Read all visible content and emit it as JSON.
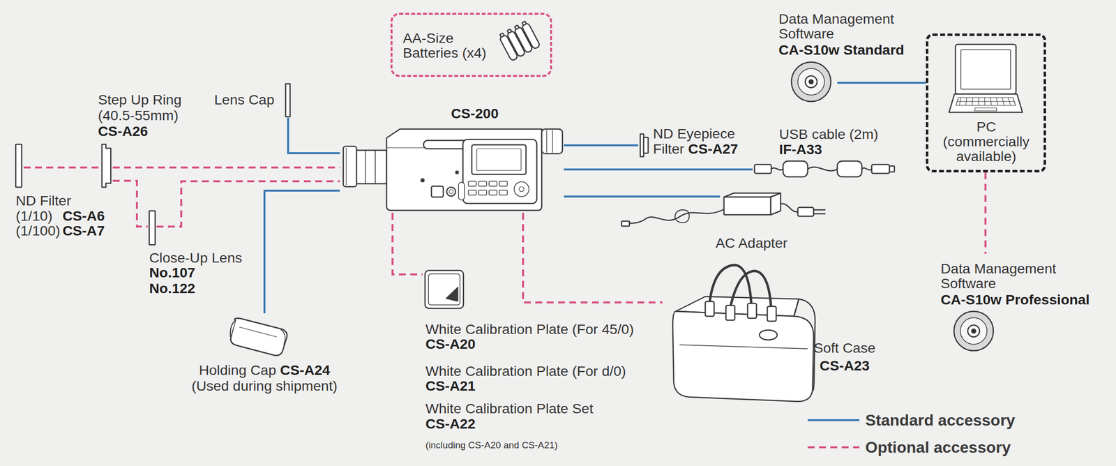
{
  "diagram": {
    "nodes": [
      {
        "text": [
          "AA-Size Batteries (x4)"
        ]
      },
      {
        "text": [
          "Data Management Software",
          "CA-S10w Standard"
        ]
      },
      {
        "text": [
          "PC (commercially available)"
        ]
      },
      {
        "text": [
          "Step Up Ring",
          "(40.5-55mm)",
          "CS-A26"
        ]
      },
      {
        "text": [
          "Lens Cap"
        ]
      },
      {
        "text": [
          "CS-200"
        ]
      },
      {
        "text": [
          "ND Eyepiece Filter",
          "CS-A27"
        ]
      },
      {
        "text": [
          "USB cable (2m)",
          "IF-A33"
        ]
      },
      {
        "text": [
          "AC Adapter"
        ]
      },
      {
        "text": [
          "ND Filter",
          "(1/10)",
          "CS-A6",
          "(1/100)",
          "CS-A7"
        ]
      },
      {
        "text": [
          "Close-Up Lens",
          "No.107",
          "No.122"
        ]
      },
      {
        "text": [
          "Holding Cap",
          "CS-A24",
          "(Used during shipment)"
        ]
      },
      {
        "text": [
          "White Calibration Plate (For 45/0)",
          "CS-A20",
          "White Calibration Plate (For d/0)",
          "CS-A21",
          "White Calibration Plate Set",
          "CS-A22",
          "(including CS-A20 and CS-A21)"
        ]
      },
      {
        "text": [
          "Soft Case",
          "CS-A23"
        ]
      },
      {
        "text": [
          "Data Management Software",
          "CA-S10w Professional"
        ]
      }
    ],
    "edges": [
      {
        "from": 4,
        "to": 5,
        "arrow": "none"
      },
      {
        "from": 9,
        "to": 3,
        "arrow": "none"
      },
      {
        "from": 3,
        "to": 5,
        "arrow": "none"
      },
      {
        "from": 3,
        "to": 10,
        "arrow": "none"
      },
      {
        "from": 10,
        "to": 5,
        "arrow": "none"
      },
      {
        "from": 11,
        "to": 5,
        "arrow": "none"
      },
      {
        "from": 5,
        "to": 12,
        "arrow": "none"
      },
      {
        "from": 5,
        "to": 13,
        "arrow": "none"
      },
      {
        "from": 5,
        "to": 6,
        "arrow": "none"
      },
      {
        "from": 5,
        "to": 7,
        "arrow": "none"
      },
      {
        "from": 5,
        "to": 8,
        "arrow": "none"
      },
      {
        "from": 1,
        "to": 2,
        "arrow": "none"
      },
      {
        "from": 2,
        "to": 14,
        "arrow": "none"
      }
    ],
    "legend": [
      {
        "text": "Standard accessory"
      },
      {
        "text": "Optional accessory"
      }
    ]
  }
}
